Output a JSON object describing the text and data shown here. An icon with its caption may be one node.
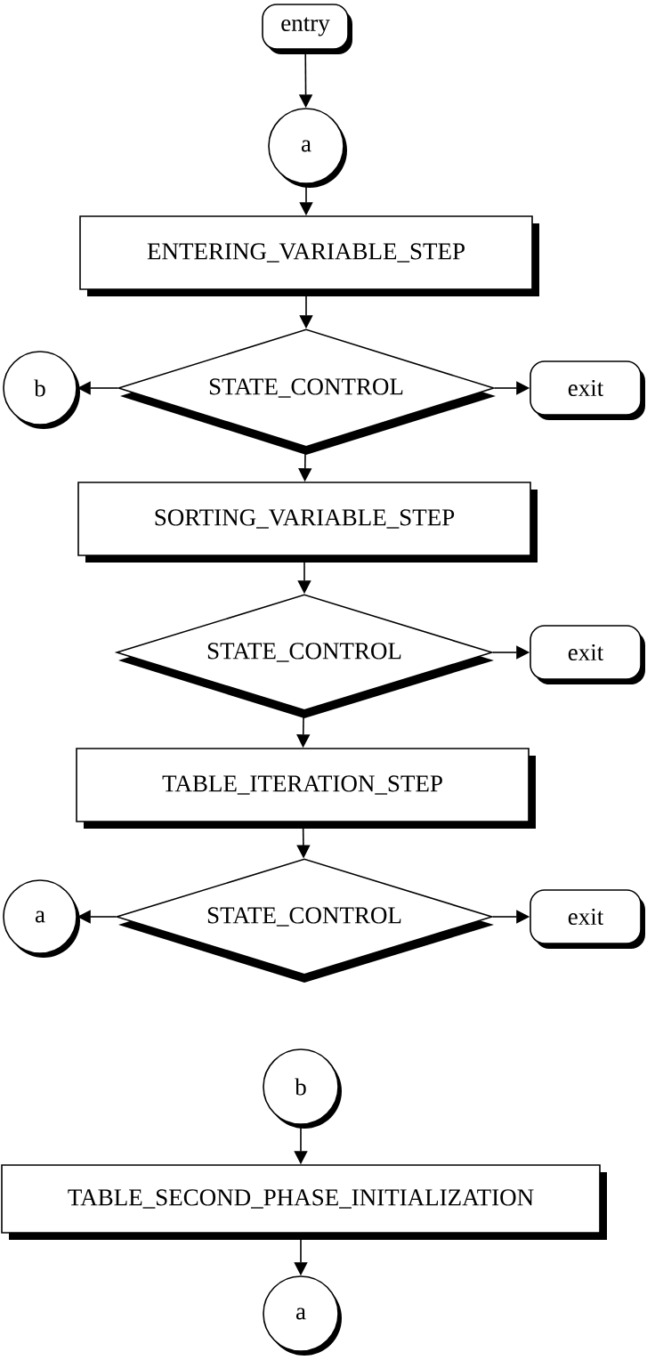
{
  "diagram": {
    "nodes": [
      {
        "text": [
          "entry"
        ]
      },
      {
        "text": [
          "a"
        ]
      },
      {
        "text": [
          "ENTERING_VARIABLE_STEP"
        ]
      },
      {
        "text": [
          "b"
        ]
      },
      {
        "text": [
          "STATE_CONTROL"
        ]
      },
      {
        "text": [
          "exit"
        ]
      },
      {
        "text": [
          "SORTING_VARIABLE_STEP"
        ]
      },
      {
        "text": [
          "STATE_CONTROL"
        ]
      },
      {
        "text": [
          "exit"
        ]
      },
      {
        "text": [
          "TABLE_ITERATION_STEP"
        ]
      },
      {
        "text": [
          "a"
        ]
      },
      {
        "text": [
          "STATE_CONTROL"
        ]
      },
      {
        "text": [
          "exit"
        ]
      },
      {
        "text": [
          "b"
        ]
      },
      {
        "text": [
          "TABLE_SECOND_PHASE_INITIALIZATION"
        ]
      },
      {
        "text": [
          "a"
        ]
      }
    ],
    "edges": [
      {
        "from": 0,
        "to": 1,
        "arrow": "to"
      },
      {
        "from": 1,
        "to": 2,
        "arrow": "to"
      },
      {
        "from": 2,
        "to": 4,
        "arrow": "to"
      },
      {
        "from": 4,
        "to": 3,
        "arrow": "to"
      },
      {
        "from": 4,
        "to": 5,
        "arrow": "to"
      },
      {
        "from": 4,
        "to": 6,
        "arrow": "to"
      },
      {
        "from": 6,
        "to": 7,
        "arrow": "to"
      },
      {
        "from": 7,
        "to": 8,
        "arrow": "to"
      },
      {
        "from": 7,
        "to": 9,
        "arrow": "to"
      },
      {
        "from": 9,
        "to": 11,
        "arrow": "to"
      },
      {
        "from": 11,
        "to": 10,
        "arrow": "to"
      },
      {
        "from": 11,
        "to": 12,
        "arrow": "to"
      },
      {
        "from": 13,
        "to": 14,
        "arrow": "to"
      },
      {
        "from": 14,
        "to": 15,
        "arrow": "to"
      }
    ]
  }
}
